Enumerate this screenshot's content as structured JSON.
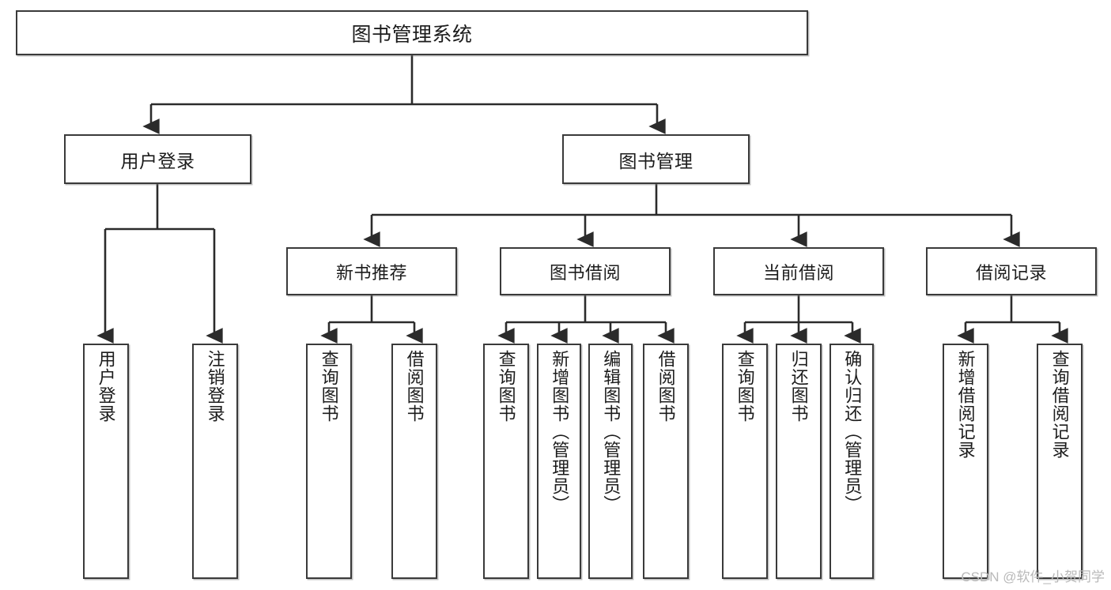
{
  "diagram": {
    "type": "tree",
    "title": "图书管理系统",
    "watermark": "CSDN @软件_小贺同学",
    "colors": {
      "box_border": "#3a3a3a",
      "box_fill": "#ffffff",
      "connector": "#2b2b2b",
      "text": "#1c1c1c",
      "watermark": "#b9b9b9"
    },
    "root": {
      "label": "图书管理系统"
    },
    "level1": [
      {
        "label": "用户登录"
      },
      {
        "label": "图书管理"
      }
    ],
    "level2": [
      {
        "label": "新书推荐"
      },
      {
        "label": "图书借阅"
      },
      {
        "label": "当前借阅"
      },
      {
        "label": "借阅记录"
      }
    ],
    "leaves": {
      "user_login": [
        {
          "label": "用户登录"
        },
        {
          "label": "注销登录"
        }
      ],
      "new_book": [
        {
          "label": "查询图书"
        },
        {
          "label": "借阅图书"
        }
      ],
      "book_borrow": [
        {
          "label": "查询图书"
        },
        {
          "label": "新增图书（管理员）"
        },
        {
          "label": "编辑图书（管理员）"
        },
        {
          "label": "借阅图书"
        }
      ],
      "current_borrow": [
        {
          "label": "查询图书"
        },
        {
          "label": "归还图书"
        },
        {
          "label": "确认归还（管理员）"
        }
      ],
      "borrow_record": [
        {
          "label": "新增借阅记录"
        },
        {
          "label": "查询借阅记录"
        }
      ]
    }
  }
}
